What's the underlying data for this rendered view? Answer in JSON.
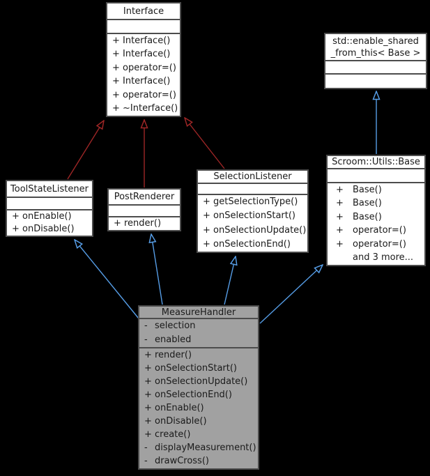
{
  "diagram": {
    "type": "uml-class-inheritance",
    "colors": {
      "background": "#000000",
      "box_fill": "#ffffff",
      "box_border": "#4c4c4c",
      "highlight_fill": "#a1a1a1",
      "text": "#1a1a1a",
      "edge_red": "#9e2626",
      "edge_blue": "#569de6"
    },
    "classes": {
      "interface": {
        "title": "Interface",
        "methods": [
          {
            "vis": "+",
            "sig": "Interface()"
          },
          {
            "vis": "+",
            "sig": "Interface()"
          },
          {
            "vis": "+",
            "sig": "operator=()"
          },
          {
            "vis": "+",
            "sig": "Interface()"
          },
          {
            "vis": "+",
            "sig": "operator=()"
          },
          {
            "vis": "+",
            "sig": "~Interface()"
          }
        ]
      },
      "enable_shared": {
        "title_line1": "std::enable_shared",
        "title_line2": "_from_this< Base >"
      },
      "tool_state_listener": {
        "title": "ToolStateListener",
        "methods": [
          {
            "vis": "+",
            "sig": "onEnable()"
          },
          {
            "vis": "+",
            "sig": "onDisable()"
          }
        ]
      },
      "post_renderer": {
        "title": "PostRenderer",
        "methods": [
          {
            "vis": "+",
            "sig": "render()"
          }
        ]
      },
      "selection_listener": {
        "title": "SelectionListener",
        "methods": [
          {
            "vis": "+",
            "sig": "getSelectionType()"
          },
          {
            "vis": "+",
            "sig": "onSelectionStart()"
          },
          {
            "vis": "+",
            "sig": "onSelectionUpdate()"
          },
          {
            "vis": "+",
            "sig": "onSelectionEnd()"
          }
        ]
      },
      "scroom_utils_base": {
        "title": "Scroom::Utils::Base",
        "methods": [
          {
            "vis": "+",
            "sig": "Base()"
          },
          {
            "vis": "+",
            "sig": "Base()"
          },
          {
            "vis": "+",
            "sig": "Base()"
          },
          {
            "vis": "+",
            "sig": "operator=()"
          },
          {
            "vis": "+",
            "sig": "operator=()"
          },
          {
            "vis": "",
            "sig": "and 3 more..."
          }
        ]
      },
      "measure_handler": {
        "title": "MeasureHandler",
        "attributes": [
          {
            "vis": "-",
            "sig": "selection"
          },
          {
            "vis": "-",
            "sig": "enabled"
          }
        ],
        "methods": [
          {
            "vis": "+",
            "sig": "render()"
          },
          {
            "vis": "+",
            "sig": "onSelectionStart()"
          },
          {
            "vis": "+",
            "sig": "onSelectionUpdate()"
          },
          {
            "vis": "+",
            "sig": "onSelectionEnd()"
          },
          {
            "vis": "+",
            "sig": "onEnable()"
          },
          {
            "vis": "+",
            "sig": "onDisable()"
          },
          {
            "vis": "+",
            "sig": "create()"
          },
          {
            "vis": "-",
            "sig": "displayMeasurement()"
          },
          {
            "vis": "-",
            "sig": "drawCross()"
          }
        ]
      }
    }
  }
}
